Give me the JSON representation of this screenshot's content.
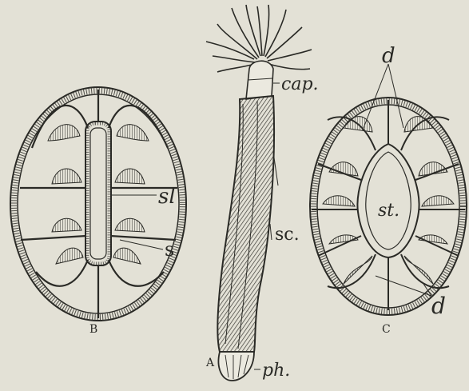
{
  "figure": {
    "labels": {
      "panel_a": "A",
      "panel_b": "B",
      "panel_c": "C",
      "cap": "cap.",
      "sc": "sc.",
      "ph": "ph.",
      "sl": "sl",
      "s": "s",
      "d_top": "d",
      "d_bottom": "d",
      "st": "st."
    }
  },
  "colors": {
    "background": "#e3e1d6",
    "ink": "#2a2a26",
    "shade": "#7d7b70"
  }
}
